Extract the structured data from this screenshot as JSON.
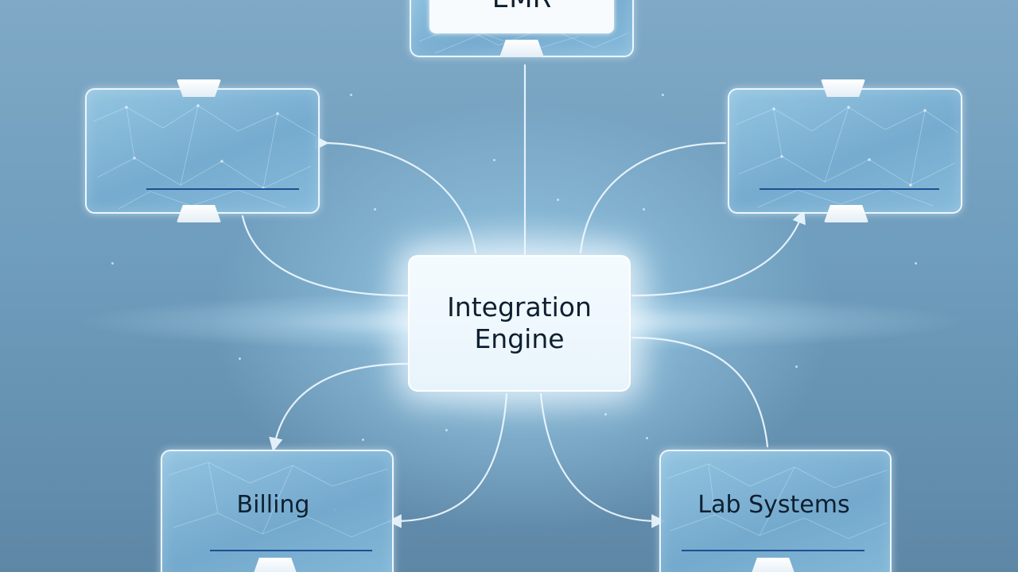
{
  "diagram": {
    "center_node": {
      "label_line1": "Integration",
      "label_line2": "Engine"
    },
    "nodes": {
      "emr": {
        "label": "EMR"
      },
      "top_left": {
        "label": ""
      },
      "top_right": {
        "label": ""
      },
      "billing": {
        "label": "Billing"
      },
      "lab_systems": {
        "label": "Lab Systems"
      }
    },
    "colors": {
      "background": "#6f9dbd",
      "node_fill": "#8cc0df",
      "node_border": "#f0faff",
      "underline": "#1f4f92",
      "connector": "#eef8ff",
      "text": "#0e1f30"
    }
  }
}
